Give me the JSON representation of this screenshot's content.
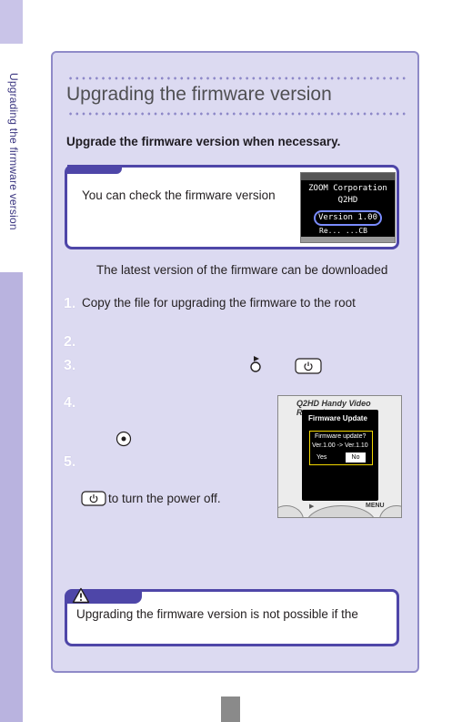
{
  "side_tab": {
    "label": "Upgrading the firmware version"
  },
  "page": {
    "title": "Upgrading the firmware version",
    "subtitle": "Upgrade the firmware version when necessary."
  },
  "note": {
    "text": "You can check the firmware version",
    "screen": {
      "line1": "ZOOM Corporation",
      "line2": "Q2HD",
      "version": "Version 1.00",
      "line4": "Re... ...CB"
    }
  },
  "latest": "The latest version of the firmware can be downloaded",
  "steps": [
    {
      "number": "1.",
      "text": "Copy the file for upgrading the firmware to the root"
    },
    {
      "number": "2.",
      "text": ""
    },
    {
      "number": "3.",
      "text": ""
    },
    {
      "number": "4.",
      "text": ""
    },
    {
      "number": "5.",
      "text": ""
    }
  ],
  "step5_power_text": "to turn the power off.",
  "device_screen": {
    "brand": "Q2HD Handy Video Recorder",
    "title": "Firmware Update",
    "dialog_line1": "Firmware update?",
    "dialog_line2": "Ver.1.00 -> Ver.1.10",
    "yes": "Yes",
    "no": "No",
    "menu": "MENU"
  },
  "caution": {
    "text": "Upgrading the firmware version is not possible if the"
  },
  "colors": {
    "accent": "#4e46a8",
    "panel_bg": "#dcdaf1",
    "side_tab": "#b9b3df"
  }
}
